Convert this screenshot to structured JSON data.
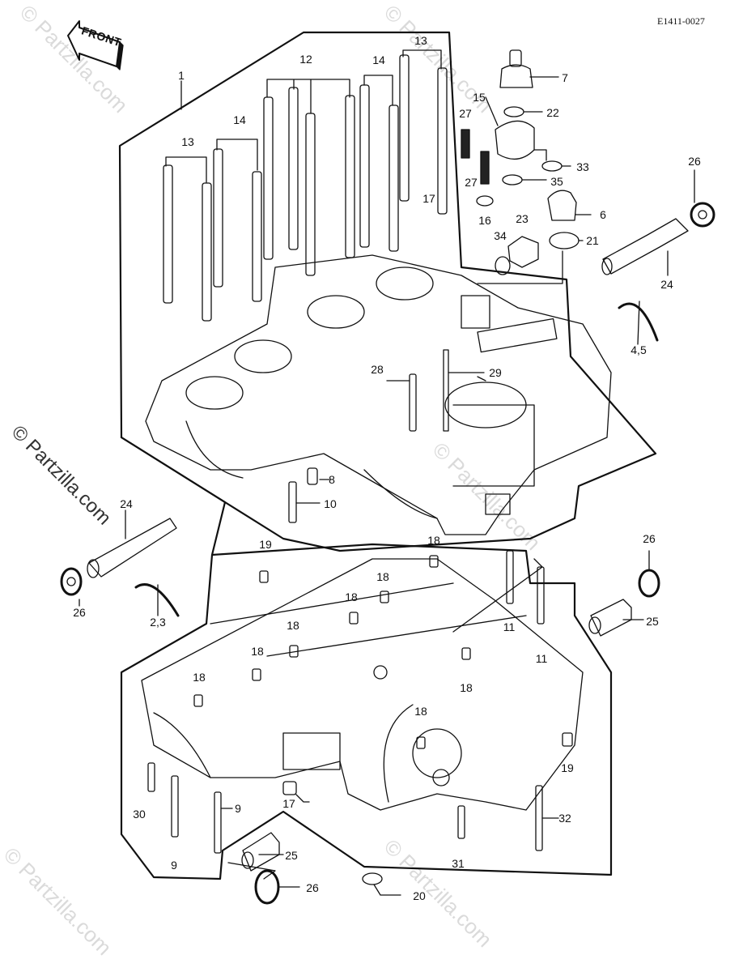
{
  "document": {
    "drawing_id": "E1411-0027",
    "direction_badge": "FRONT",
    "watermark": "© Partzilla.com",
    "colors": {
      "line": "#111111",
      "background": "#ffffff",
      "watermark": "#969696"
    }
  },
  "callouts": [
    {
      "id": "c1",
      "label": "1"
    },
    {
      "id": "c13a",
      "label": "13"
    },
    {
      "id": "c13b",
      "label": "13"
    },
    {
      "id": "c14a",
      "label": "14"
    },
    {
      "id": "c14b",
      "label": "14"
    },
    {
      "id": "c12",
      "label": "12"
    },
    {
      "id": "c27a",
      "label": "27"
    },
    {
      "id": "c27b",
      "label": "27"
    },
    {
      "id": "c15",
      "label": "15"
    },
    {
      "id": "c7",
      "label": "7"
    },
    {
      "id": "c22",
      "label": "22"
    },
    {
      "id": "c33",
      "label": "33"
    },
    {
      "id": "c35",
      "label": "35"
    },
    {
      "id": "c16",
      "label": "16"
    },
    {
      "id": "c17a",
      "label": "17"
    },
    {
      "id": "c23",
      "label": "23"
    },
    {
      "id": "c34",
      "label": "34"
    },
    {
      "id": "c6",
      "label": "6"
    },
    {
      "id": "c21",
      "label": "21"
    },
    {
      "id": "c26a",
      "label": "26"
    },
    {
      "id": "c24",
      "label": "24"
    },
    {
      "id": "c45",
      "label": "4,5"
    },
    {
      "id": "c28",
      "label": "28"
    },
    {
      "id": "c29",
      "label": "29"
    },
    {
      "id": "c8",
      "label": "8"
    },
    {
      "id": "c10",
      "label": "10"
    },
    {
      "id": "c24b",
      "label": "24"
    },
    {
      "id": "c26b",
      "label": "26"
    },
    {
      "id": "c23b",
      "label": "2,3"
    },
    {
      "id": "c19a",
      "label": "19"
    },
    {
      "id": "c18a",
      "label": "18"
    },
    {
      "id": "c18b",
      "label": "18"
    },
    {
      "id": "c18c",
      "label": "18"
    },
    {
      "id": "c18d",
      "label": "18"
    },
    {
      "id": "c18e",
      "label": "18"
    },
    {
      "id": "c18f",
      "label": "18"
    },
    {
      "id": "c18g",
      "label": "18"
    },
    {
      "id": "c18h",
      "label": "18"
    },
    {
      "id": "c11a",
      "label": "11"
    },
    {
      "id": "c11b",
      "label": "11"
    },
    {
      "id": "c26c",
      "label": "26"
    },
    {
      "id": "c25a",
      "label": "25"
    },
    {
      "id": "c19b",
      "label": "19"
    },
    {
      "id": "c30",
      "label": "30"
    },
    {
      "id": "c9a",
      "label": "9"
    },
    {
      "id": "c9b",
      "label": "9"
    },
    {
      "id": "c17b",
      "label": "17"
    },
    {
      "id": "c25b",
      "label": "25"
    },
    {
      "id": "c26d",
      "label": "26"
    },
    {
      "id": "c20",
      "label": "20"
    },
    {
      "id": "c31",
      "label": "31"
    },
    {
      "id": "c32",
      "label": "32"
    }
  ]
}
